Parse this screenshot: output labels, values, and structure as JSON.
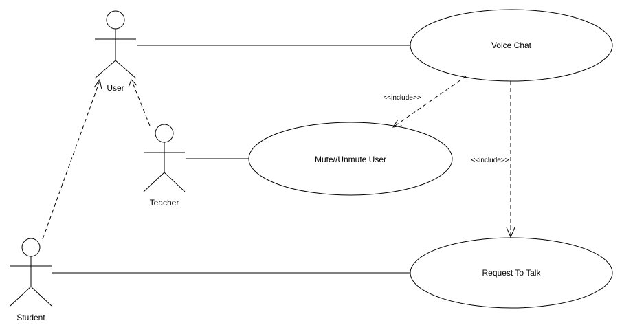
{
  "actors": {
    "user": "User",
    "teacher": "Teacher",
    "student": "Student"
  },
  "use_cases": {
    "voice_chat": "Voice Chat",
    "mute_unmute": "Mute//Unmute User",
    "request_to_talk": "Request To Talk"
  },
  "relations": {
    "include_mute": "<<include>>",
    "include_request": "<<include>>"
  },
  "colors": {
    "line": "#000000",
    "background": "#ffffff"
  }
}
